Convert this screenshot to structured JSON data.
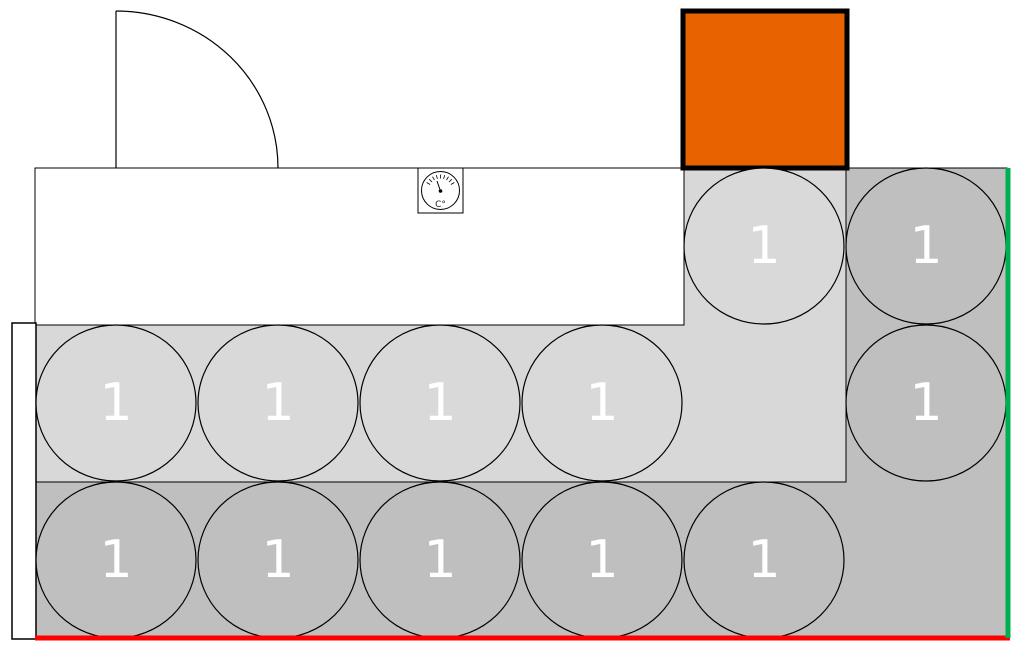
{
  "colors": {
    "background": "#ffffff",
    "zone_light": "#d8d8d8",
    "zone_dark": "#bfbfbf",
    "drum_light": "#d9d9d9",
    "drum_dark": "#bfbfbf",
    "outline": "#000000",
    "orange_box": "#e96200",
    "red_wall": "#ff0000",
    "green_wall": "#00b050"
  },
  "thermometer": {
    "icon": "thermometer-gauge-icon",
    "unit_label": "C°"
  },
  "door": {
    "icon": "door-swing-icon"
  },
  "drums": [
    {
      "label": "1",
      "shade": "light",
      "zone": "upper-right",
      "column": 1,
      "row": 1
    },
    {
      "label": "1",
      "shade": "dark",
      "zone": "right",
      "column": 2,
      "row": 1
    },
    {
      "label": "1",
      "shade": "dark",
      "zone": "right",
      "column": 2,
      "row": 2
    },
    {
      "label": "1",
      "shade": "light",
      "zone": "middle",
      "column": 1,
      "row": 2
    },
    {
      "label": "1",
      "shade": "light",
      "zone": "middle",
      "column": 2,
      "row": 2
    },
    {
      "label": "1",
      "shade": "light",
      "zone": "middle",
      "column": 3,
      "row": 2
    },
    {
      "label": "1",
      "shade": "light",
      "zone": "middle",
      "column": 4,
      "row": 2
    },
    {
      "label": "1",
      "shade": "dark",
      "zone": "bottom",
      "column": 1,
      "row": 3
    },
    {
      "label": "1",
      "shade": "dark",
      "zone": "bottom",
      "column": 2,
      "row": 3
    },
    {
      "label": "1",
      "shade": "dark",
      "zone": "bottom",
      "column": 3,
      "row": 3
    },
    {
      "label": "1",
      "shade": "dark",
      "zone": "bottom",
      "column": 4,
      "row": 3
    },
    {
      "label": "1",
      "shade": "dark",
      "zone": "bottom",
      "column": 5,
      "row": 3
    }
  ]
}
